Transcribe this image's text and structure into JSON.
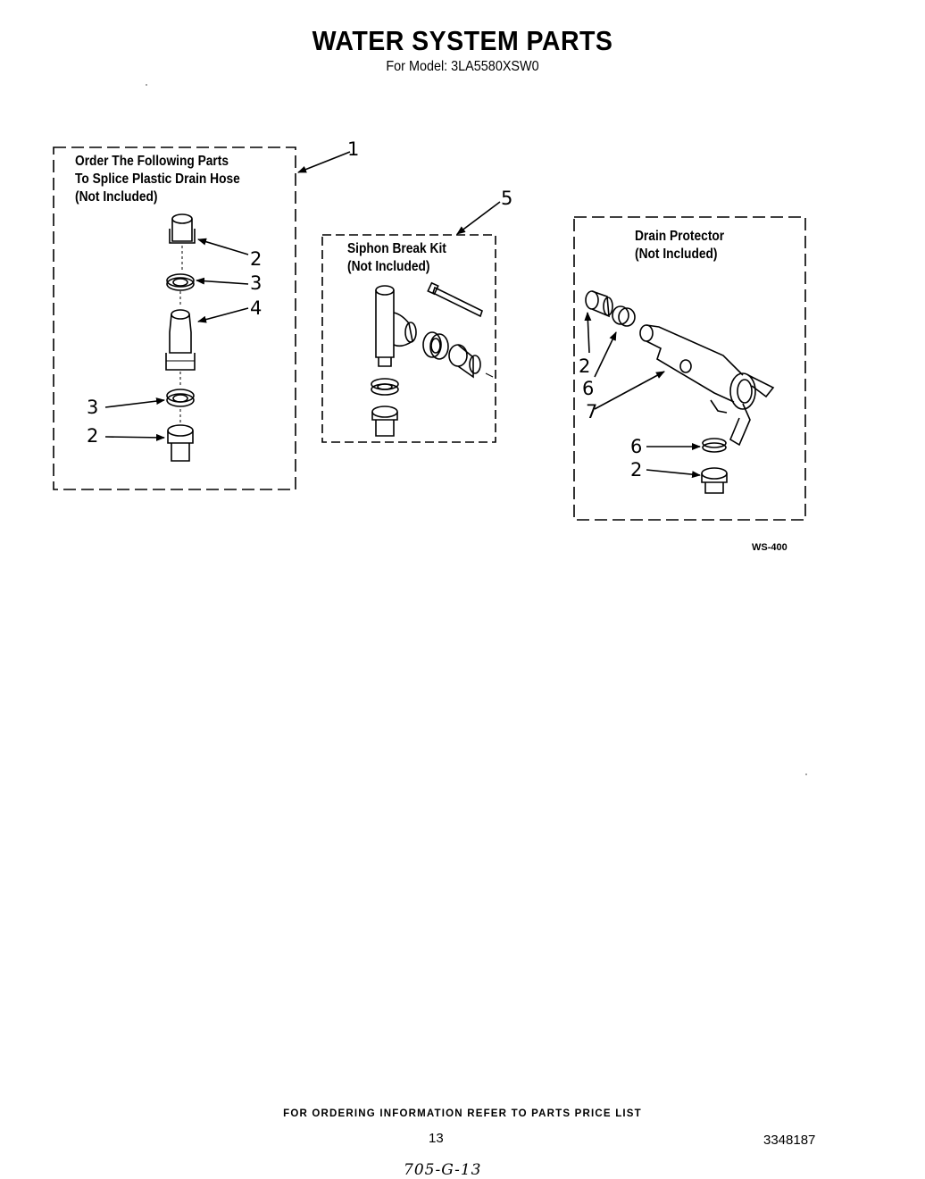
{
  "header": {
    "title": "WATER SYSTEM PARTS",
    "subtitle": "For Model: 3LA5580XSW0"
  },
  "panels": {
    "splice": {
      "title_lines": [
        "Order The Following Parts",
        "To Splice Plastic Drain Hose",
        "(Not Included)"
      ],
      "callout": "1"
    },
    "siphon": {
      "title_lines": [
        "Siphon Break Kit",
        "(Not Included)"
      ],
      "callout": "5"
    },
    "drain": {
      "title_lines": [
        "Drain Protector",
        "(Not Included)"
      ]
    }
  },
  "part_labels": {
    "splice_top_coupling": "2",
    "splice_top_clamp": "3",
    "splice_connector": "4",
    "splice_bottom_clamp": "3",
    "splice_bottom_coupling": "2",
    "drain_left_coupling": "2",
    "drain_left_clamp": "6",
    "drain_protector_body": "7",
    "drain_bottom_clamp": "6",
    "drain_bottom_coupling": "2"
  },
  "figure_ref": "WS-400",
  "footer": {
    "ordering_note": "FOR ORDERING INFORMATION REFER TO PARTS PRICE LIST",
    "page_number": "13",
    "document_number": "3348187",
    "handwritten_note": "705-G-13"
  }
}
